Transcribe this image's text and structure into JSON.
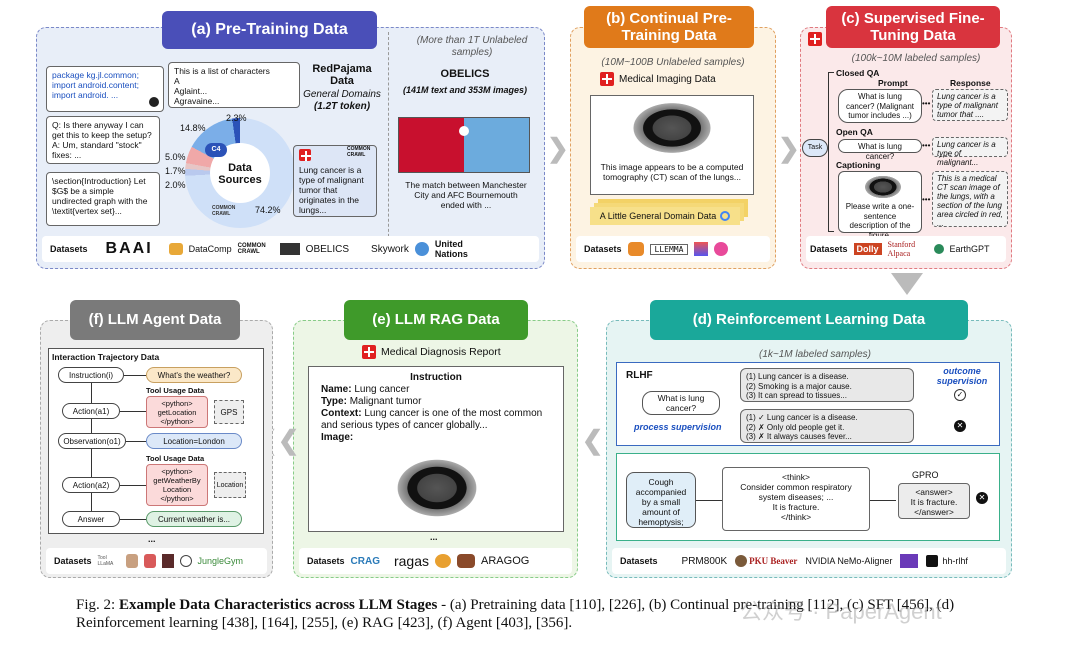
{
  "panel_a": {
    "title": "(a) Pre-Training Data",
    "note": "(More than 1T Unlabeled samples)",
    "code1": "package kg.jl.common;",
    "code2": "import android.content;",
    "code3": "import android. ...",
    "chars1": "This is a list of characters",
    "chars2": "A",
    "chars3": "Aglaint...",
    "chars4": "Agravaine...",
    "redpajama": "RedPajama Data",
    "general": "General Domains",
    "tokens": "(1.2T token)",
    "qa1": "Q: Is there anyway I can get this to keep the setup?",
    "qa2": "A: Um, standard \"stock\" fixes: ...",
    "latex1": "\\section{Introduction} Let $G$ be a simple undirected graph with the \\textit{vertex set}...",
    "pie_center1": "Data",
    "pie_center2": "Sources",
    "pie_c4": "C4",
    "pct_148": "14.8%",
    "pct_23": "2.3%",
    "pct_50": "5.0%",
    "pct_17": "1.7%",
    "pct_20": "2.0%",
    "pct_742": "74.2%",
    "cc_label": "COMMON CRAWL",
    "med1": "Lung cancer is a type of malignant tumor that originates in the lungs...",
    "obelics": "OBELICS",
    "obelics_sub": "(141M text and 353M images)",
    "match": "The match between Manchester City and AFC Bournemouth ended with ...",
    "datasets_label": "Datasets",
    "ds": [
      "BAAI",
      "DataComp",
      "COMMON CRAWL",
      "OBELICS",
      "Skywork",
      "United Nations"
    ]
  },
  "panel_b": {
    "title": "(b) Continual Pre-Training Data",
    "note": "(10M~100B Unlabeled samples)",
    "cap": "Medical Imaging Data",
    "text": "This image appears to be a computed tomography (CT) scan of the lungs...",
    "dots": "...",
    "general": "A Little General Domain Data",
    "datasets_label": "Datasets",
    "ds": [
      "LLEMMA"
    ]
  },
  "panel_c": {
    "title": "(c) Supervised Fine-Tuning Data",
    "note": "(100k~10M labeled samples)",
    "closed": "Closed QA",
    "prompt": "Prompt",
    "response": "Response",
    "q1": "What is lung cancer? (Malignant tumor includes ...)",
    "r1": "Lung cancer is a type of malignant tumor that ....",
    "open": "Open QA",
    "q2": "What is lung cancer?",
    "r2": "Lung cancer is a type of malignant...",
    "task": "Task",
    "captioning": "Captioning",
    "q3": "Please write a one-sentence description of the figure.",
    "r3": "This is a medical CT scan image of the lungs, with a section of the lung area circled in red, ...",
    "datasets_label": "Datasets",
    "ds": [
      "Dolly",
      "Stanford Alpaca",
      "EarthGPT"
    ]
  },
  "panel_d": {
    "title": "(d) Reinforcement Learning Data",
    "note": "(1k~1M labeled samples)",
    "rlhf": "RLHF",
    "q": "What is lung cancer?",
    "o1": "(1)   Lung cancer is a disease.",
    "o2": "(2)   Smoking is a major cause.",
    "o3": "(3)   It can spread to tissues...",
    "outcome": "outcome supervision",
    "process": "process supervision",
    "p1": "(1) ✓ Lung cancer is a disease.",
    "p2": "(2) ✗ Only old people get it.",
    "p3": "(3) ✗ It always causes fever...",
    "cough": "Cough accompanied by a small amount of hemoptysis;",
    "think": "<think>",
    "think2": "Consider common respiratory system diseases; ...",
    "think3": "It is fracture.",
    "think4": "</think>",
    "gpro": "GPRO",
    "ans1": "<answer>",
    "ans2": "It is fracture.",
    "ans3": "</answer>",
    "datasets_label": "Datasets",
    "ds": [
      "PRM800K",
      "PKU Beaver",
      "NVIDIA NeMo-Aligner",
      "hh-rlhf"
    ]
  },
  "panel_e": {
    "title": "(e) LLM RAG Data",
    "report": "Medical Diagnosis Report",
    "instruction": "Instruction",
    "name_k": "Name:",
    "name_v": " Lung cancer",
    "type_k": "Type:",
    "type_v": " Malignant tumor",
    "ctx_k": "Context:",
    "ctx_v": " Lung cancer is one of the most common and serious types of cancer globally...",
    "image_k": "Image:",
    "dots": "...",
    "datasets_label": "Datasets",
    "ds": [
      "CRAG",
      "ragas",
      "ARAGOG"
    ]
  },
  "panel_f": {
    "title": "(f) LLM Agent Data",
    "traj": "Interaction Trajectory Data",
    "inst": "Instruction(i)",
    "weather": "What's the weather?",
    "tud1": "Tool Usage Data",
    "act1": "Action(a1)",
    "py1a": "<python>",
    "py1b": "getLocation",
    "py1c": "</python>",
    "gps": "GPS",
    "obs": "Observation(o1)",
    "loc": "Location=London",
    "tud2": "Tool Usage Data",
    "act2": "Action(a2)",
    "py2a": "<python>",
    "py2b": "getWeatherBy Location",
    "py2c": "</python>",
    "location": "Location",
    "answer": "Answer",
    "current": "Current weather is...",
    "dots": "...",
    "datasets_label": "Datasets",
    "ds": [
      "Tool LLaMA",
      "JungleGym"
    ]
  },
  "caption": {
    "prefix": "Fig. 2: ",
    "bold": "Example Data Characteristics across LLM Stages",
    "rest": " - (a) Pretraining data [110], [226], (b) Continual pre-training [112], (c) SFT [456], (d) Reinforcement learning [438], [164], [255], (e) RAG [423], (f) Agent [403], [356]."
  },
  "watermark": "公众号 · PaperAgent",
  "colors": {
    "a": "#4a4fb8",
    "b": "#e07a1a",
    "c": "#d9343e",
    "d": "#1aa89a",
    "e": "#3f9a2a",
    "f": "#7a7a7a"
  }
}
